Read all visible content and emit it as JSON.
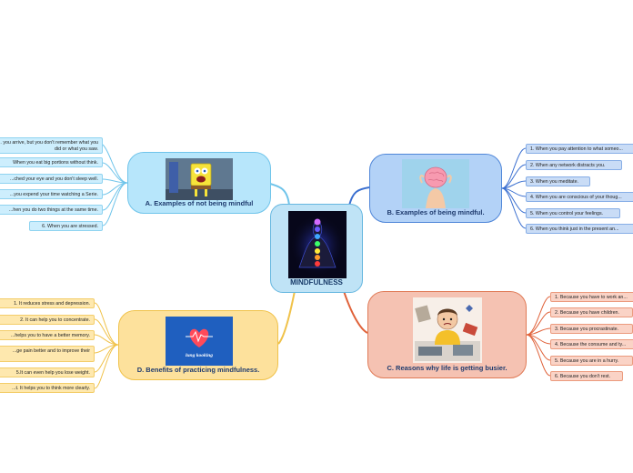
{
  "center": {
    "title": "MINDFULNESS"
  },
  "topics": {
    "a": {
      "title": "A. Examples of not being mindful",
      "items": [
        "... you arrive, but you don't remember what you did or what you saw.",
        "When you eat big portions without think.",
        "...ched your eye and you don't sleep well.",
        "...you expend your time watching a Serie.",
        "...hen you do two things at the same time.",
        "6. When you are stressed."
      ]
    },
    "b": {
      "title": "B. Examples of being mindful.",
      "items": [
        "1. When you pay attention to what someo...",
        "2. When any network distracts you.",
        "3. When you meditate.",
        "4. When you are conscious of your thoug...",
        "5. When you control your feelings.",
        "6. When you think just in the present an..."
      ]
    },
    "c": {
      "title": "C. Reasons why life is getting busier.",
      "items": [
        "1. Because you have to work an...",
        "2. Because you have children.",
        "3. Because you procrastinate.",
        "4. Because the consume and ty...",
        "5. Because you are in a hurry.",
        "6. Because you don't rest."
      ]
    },
    "d": {
      "title": "D. Benefits of practicing mindfulness.",
      "items": [
        "1. It reduces stress and depression.",
        "2. It can help you to concentrate.",
        "...helps you to have a better memory.",
        "...ge pain better and to improve their",
        "5.It can even help you lose weight.",
        "...t. It helps you to think more clearly."
      ]
    }
  },
  "image_text": {
    "heart": "lung kooking"
  },
  "colors": {
    "center": "#bfe3f6",
    "branch_a": "#6fc4ea",
    "branch_b": "#3a6fd0",
    "branch_c": "#e0623a",
    "branch_d": "#f0c24a"
  }
}
